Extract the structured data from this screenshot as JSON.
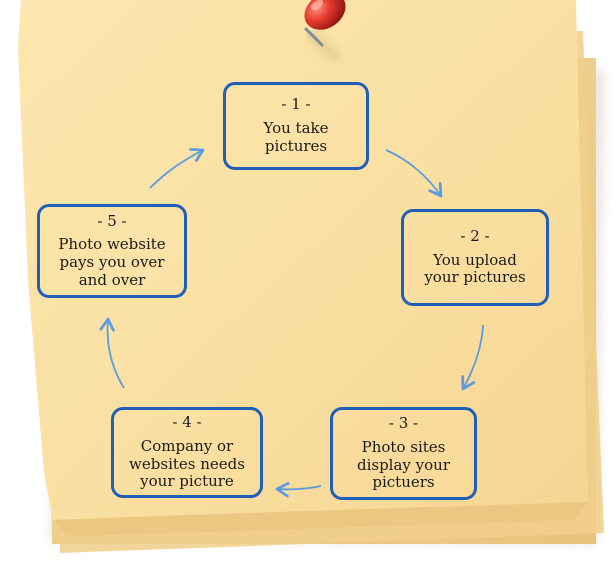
{
  "steps": [
    {
      "number": "- 1 -",
      "text": "You take\npictures"
    },
    {
      "number": "- 2 -",
      "text": "You upload\nyour pictures"
    },
    {
      "number": "- 3 -",
      "text": "Photo sites\ndisplay your\npictuers"
    },
    {
      "number": "- 4 -",
      "text": "Company or\nwebsites needs\nyour picture"
    },
    {
      "number": "- 5 -",
      "text": "Photo website\npays you over\nand over"
    }
  ],
  "colors": {
    "box_border": "#1f5fb8",
    "arrow": "#5b9be0",
    "note_paper": "#fbe0a6",
    "pin": "#e53b2f"
  },
  "icons": {
    "pushpin": "pushpin-icon"
  }
}
